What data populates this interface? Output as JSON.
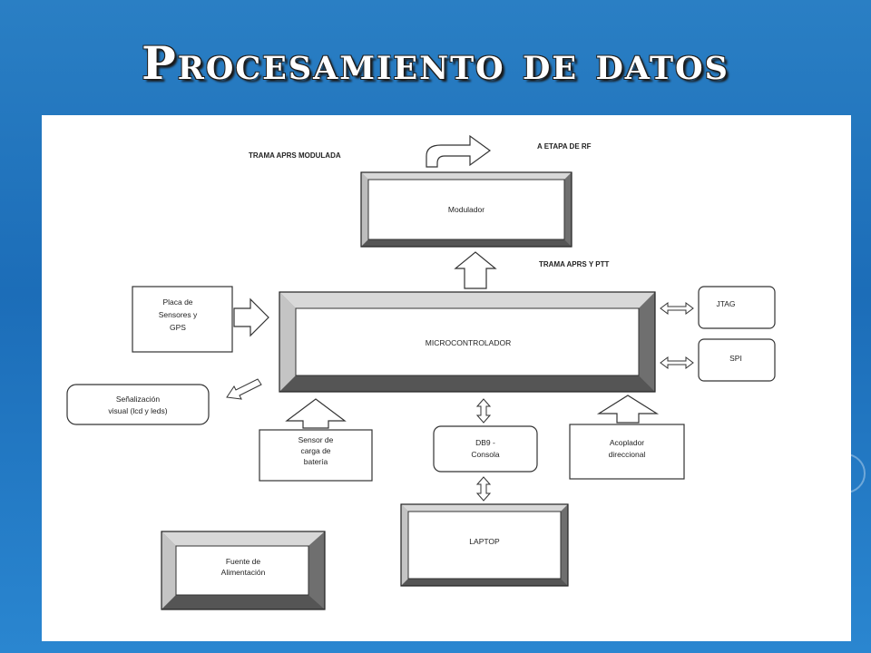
{
  "title": "Procesamiento de datos",
  "diagram": {
    "modulador": "Modulador",
    "microcontrolador": "MICROCONTROLADOR",
    "placa": [
      "Placa de",
      "Sensores y",
      "GPS"
    ],
    "senalizacion": [
      "Señalización",
      "visual (lcd y leds)"
    ],
    "sensor_bateria": [
      "Sensor de",
      "carga de",
      "batería"
    ],
    "db9": [
      "DB9 -",
      "Consola"
    ],
    "acoplador": [
      "Acoplador",
      "direccional"
    ],
    "jtag": "JTAG",
    "spi": "SPI",
    "laptop": "LAPTOP",
    "fuente": [
      "Fuente de",
      "Alimentación"
    ],
    "trama_modulada": "TRAMA APRS MODULADA",
    "etapa_rf": "A ETAPA DE RF",
    "trama_ptt": "TRAMA APRS Y PTT"
  }
}
